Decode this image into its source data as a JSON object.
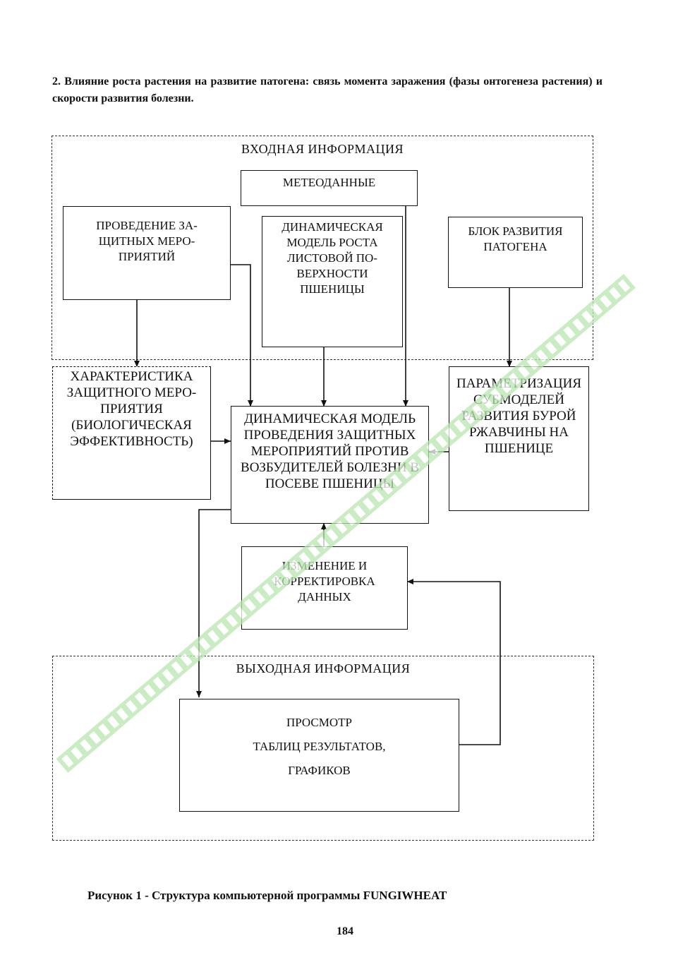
{
  "intro": "2. Влияние роста растения на развитие патогена: связь момента заражения (фазы онтогенеза растения) и скорости развития болезни.",
  "diagram": {
    "input_region_title": "ВХОДНАЯ ИНФОРМАЦИЯ",
    "output_region_title": "ВЫХОДНАЯ ИНФОРМАЦИЯ",
    "boxes": {
      "meteo": "МЕТЕОДАННЫЕ",
      "protective_measures": "ПРОВЕДЕНИЕ ЗА-\nЩИТНЫХ МЕРО-\nПРИЯТИЙ",
      "leaf_growth_model": "ДИНАМИЧЕСКАЯ\nМОДЕЛЬ РОСТА\nЛИСТОВОЙ ПО-\nВЕРХНОСТИ\nПШЕНИЦЫ",
      "pathogen_block": "БЛОК РАЗВИТИЯ\nПАТОГЕНА",
      "measure_characteristics": "ХАРАКТЕРИСТИКА\nЗАЩИТНОГО МЕРО-\nПРИЯТИЯ\n(БИОЛОГИЧЕСКАЯ\nЭФФЕКТИВНОСТЬ)",
      "central_model": "ДИНАМИЧЕСКАЯ МОДЕЛЬ\nПРОВЕДЕНИЯ ЗАЩИТНЫХ\nМЕРОПРИЯТИЙ ПРОТИВ\nВОЗБУДИТЕЛЕЙ БОЛЕЗНИ В\nПОСЕВЕ ПШЕНИЦЫ",
      "parametrization": "ПАРАМЕТРИЗАЦИЯ\nСУБМОДЕЛЕЙ\nРАЗВИТИЯ БУРОЙ\nРЖАВЧИНЫ НА\nПШЕНИЦЕ",
      "data_correction": "ИЗМЕНЕНИЕ И\nКОРРЕКТИРОВКА\nДАННЫХ",
      "results_view": "ПРОСМОТР\nТАБЛИЦ РЕЗУЛЬТАТОВ,\nГРАФИКОВ"
    }
  },
  "caption": "Рисунок 1 -  Структура компьютерной программы FUNGIWHEAT",
  "page_number": "184",
  "colors": {
    "line": "#111111",
    "watermark": "#b8e6b0"
  }
}
